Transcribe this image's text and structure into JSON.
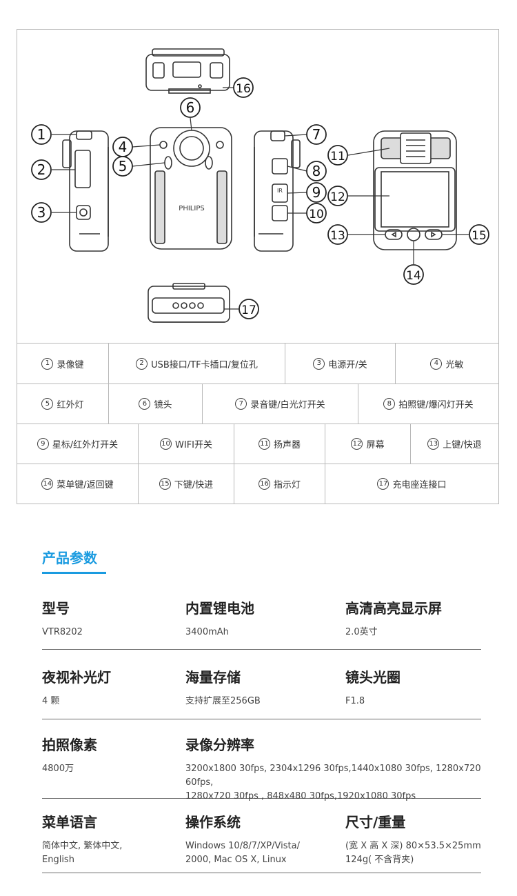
{
  "callouts": [
    "1",
    "2",
    "3",
    "4",
    "5",
    "6",
    "7",
    "8",
    "9",
    "10",
    "11",
    "12",
    "13",
    "14",
    "15",
    "16",
    "17"
  ],
  "device": {
    "brand": "PHILIPS",
    "ir_label": "IR"
  },
  "legend": [
    [
      {
        "num": "1",
        "label": "录像键"
      },
      {
        "num": "2",
        "label": "USB接口/TF卡插口/复位孔"
      },
      {
        "num": "3",
        "label": "电源开/关"
      },
      {
        "num": "4",
        "label": "光敏"
      }
    ],
    [
      {
        "num": "5",
        "label": "红外灯"
      },
      {
        "num": "6",
        "label": "镜头"
      },
      {
        "num": "7",
        "label": "录音键/白光灯开关"
      },
      {
        "num": "8",
        "label": "拍照键/爆闪灯开关"
      }
    ],
    [
      {
        "num": "9",
        "label": "星标/红外灯开关"
      },
      {
        "num": "10",
        "label": "WIFI开关"
      },
      {
        "num": "11",
        "label": "扬声器"
      },
      {
        "num": "12",
        "label": "屏幕"
      },
      {
        "num": "13",
        "label": "上键/快退"
      }
    ],
    [
      {
        "num": "14",
        "label": "菜单键/返回键"
      },
      {
        "num": "15",
        "label": "下键/快进"
      },
      {
        "num": "16",
        "label": "指示灯"
      },
      {
        "num": "17",
        "label": "充电座连接口"
      }
    ]
  ],
  "specs": {
    "heading": "产品参数",
    "rows": [
      [
        {
          "title": "型号",
          "value": "VTR8202"
        },
        {
          "title": "内置锂电池",
          "value": "3400mAh"
        },
        {
          "title": "高清高亮显示屏",
          "value": "2.0英寸"
        }
      ],
      [
        {
          "title": "夜视补光灯",
          "value": "4 颗"
        },
        {
          "title": "海量存储",
          "value": "支持扩展至256GB"
        },
        {
          "title": "镜头光圈",
          "value": "F1.8"
        }
      ],
      [
        {
          "title": "拍照像素",
          "value": "4800万"
        },
        {
          "title": "录像分辨率",
          "value": "3200x1800 30fps, 2304x1296 30fps,1440x1080 30fps, 1280x720 60fps,\n1280x720 30fps , 848x480 30fps,1920x1080 30fps"
        }
      ],
      [
        {
          "title": "菜单语言",
          "value": "简体中文, 繁体中文,\nEnglish"
        },
        {
          "title": "操作系统",
          "value": "Windows 10/8/7/XP/Vista/\n2000, Mac OS X, Linux"
        },
        {
          "title": "尺寸/重量",
          "value": "(宽 X 高 X 深) 80×53.5×25mm\n124g( 不含背夹)"
        }
      ]
    ]
  }
}
